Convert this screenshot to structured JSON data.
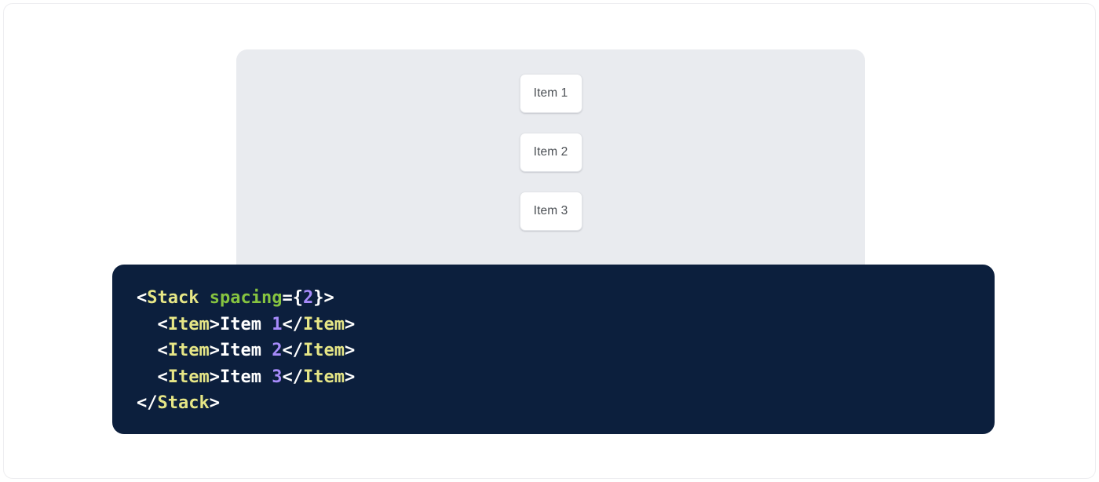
{
  "preview": {
    "panel_name": "stack-preview-panel",
    "background_color": "#e9ebef",
    "items": [
      {
        "label": "Item 1"
      },
      {
        "label": "Item 2"
      },
      {
        "label": "Item 3"
      }
    ]
  },
  "code_block": {
    "language": "jsx",
    "background_color": "#0c1f3d",
    "colors": {
      "punctuation": "#ffffff",
      "tag": "#e6e686",
      "attribute": "#86c440",
      "number": "#a78bfa",
      "text": "#ffffff"
    },
    "lines": [
      {
        "indent": "",
        "tokens": [
          {
            "t": "punct",
            "v": "<"
          },
          {
            "t": "tag",
            "v": "Stack"
          },
          {
            "t": "text",
            "v": " "
          },
          {
            "t": "attr",
            "v": "spacing"
          },
          {
            "t": "punct",
            "v": "={"
          },
          {
            "t": "number",
            "v": "2"
          },
          {
            "t": "punct",
            "v": "}>"
          }
        ]
      },
      {
        "indent": "  ",
        "tokens": [
          {
            "t": "punct",
            "v": "<"
          },
          {
            "t": "tag",
            "v": "Item"
          },
          {
            "t": "punct",
            "v": ">"
          },
          {
            "t": "text",
            "v": "Item "
          },
          {
            "t": "number",
            "v": "1"
          },
          {
            "t": "punct",
            "v": "</"
          },
          {
            "t": "tag",
            "v": "Item"
          },
          {
            "t": "punct",
            "v": ">"
          }
        ]
      },
      {
        "indent": "  ",
        "tokens": [
          {
            "t": "punct",
            "v": "<"
          },
          {
            "t": "tag",
            "v": "Item"
          },
          {
            "t": "punct",
            "v": ">"
          },
          {
            "t": "text",
            "v": "Item "
          },
          {
            "t": "number",
            "v": "2"
          },
          {
            "t": "punct",
            "v": "</"
          },
          {
            "t": "tag",
            "v": "Item"
          },
          {
            "t": "punct",
            "v": ">"
          }
        ]
      },
      {
        "indent": "  ",
        "tokens": [
          {
            "t": "punct",
            "v": "<"
          },
          {
            "t": "tag",
            "v": "Item"
          },
          {
            "t": "punct",
            "v": ">"
          },
          {
            "t": "text",
            "v": "Item "
          },
          {
            "t": "number",
            "v": "3"
          },
          {
            "t": "punct",
            "v": "</"
          },
          {
            "t": "tag",
            "v": "Item"
          },
          {
            "t": "punct",
            "v": ">"
          }
        ]
      },
      {
        "indent": "",
        "tokens": [
          {
            "t": "punct",
            "v": "</"
          },
          {
            "t": "tag",
            "v": "Stack"
          },
          {
            "t": "punct",
            "v": ">"
          }
        ]
      }
    ]
  }
}
